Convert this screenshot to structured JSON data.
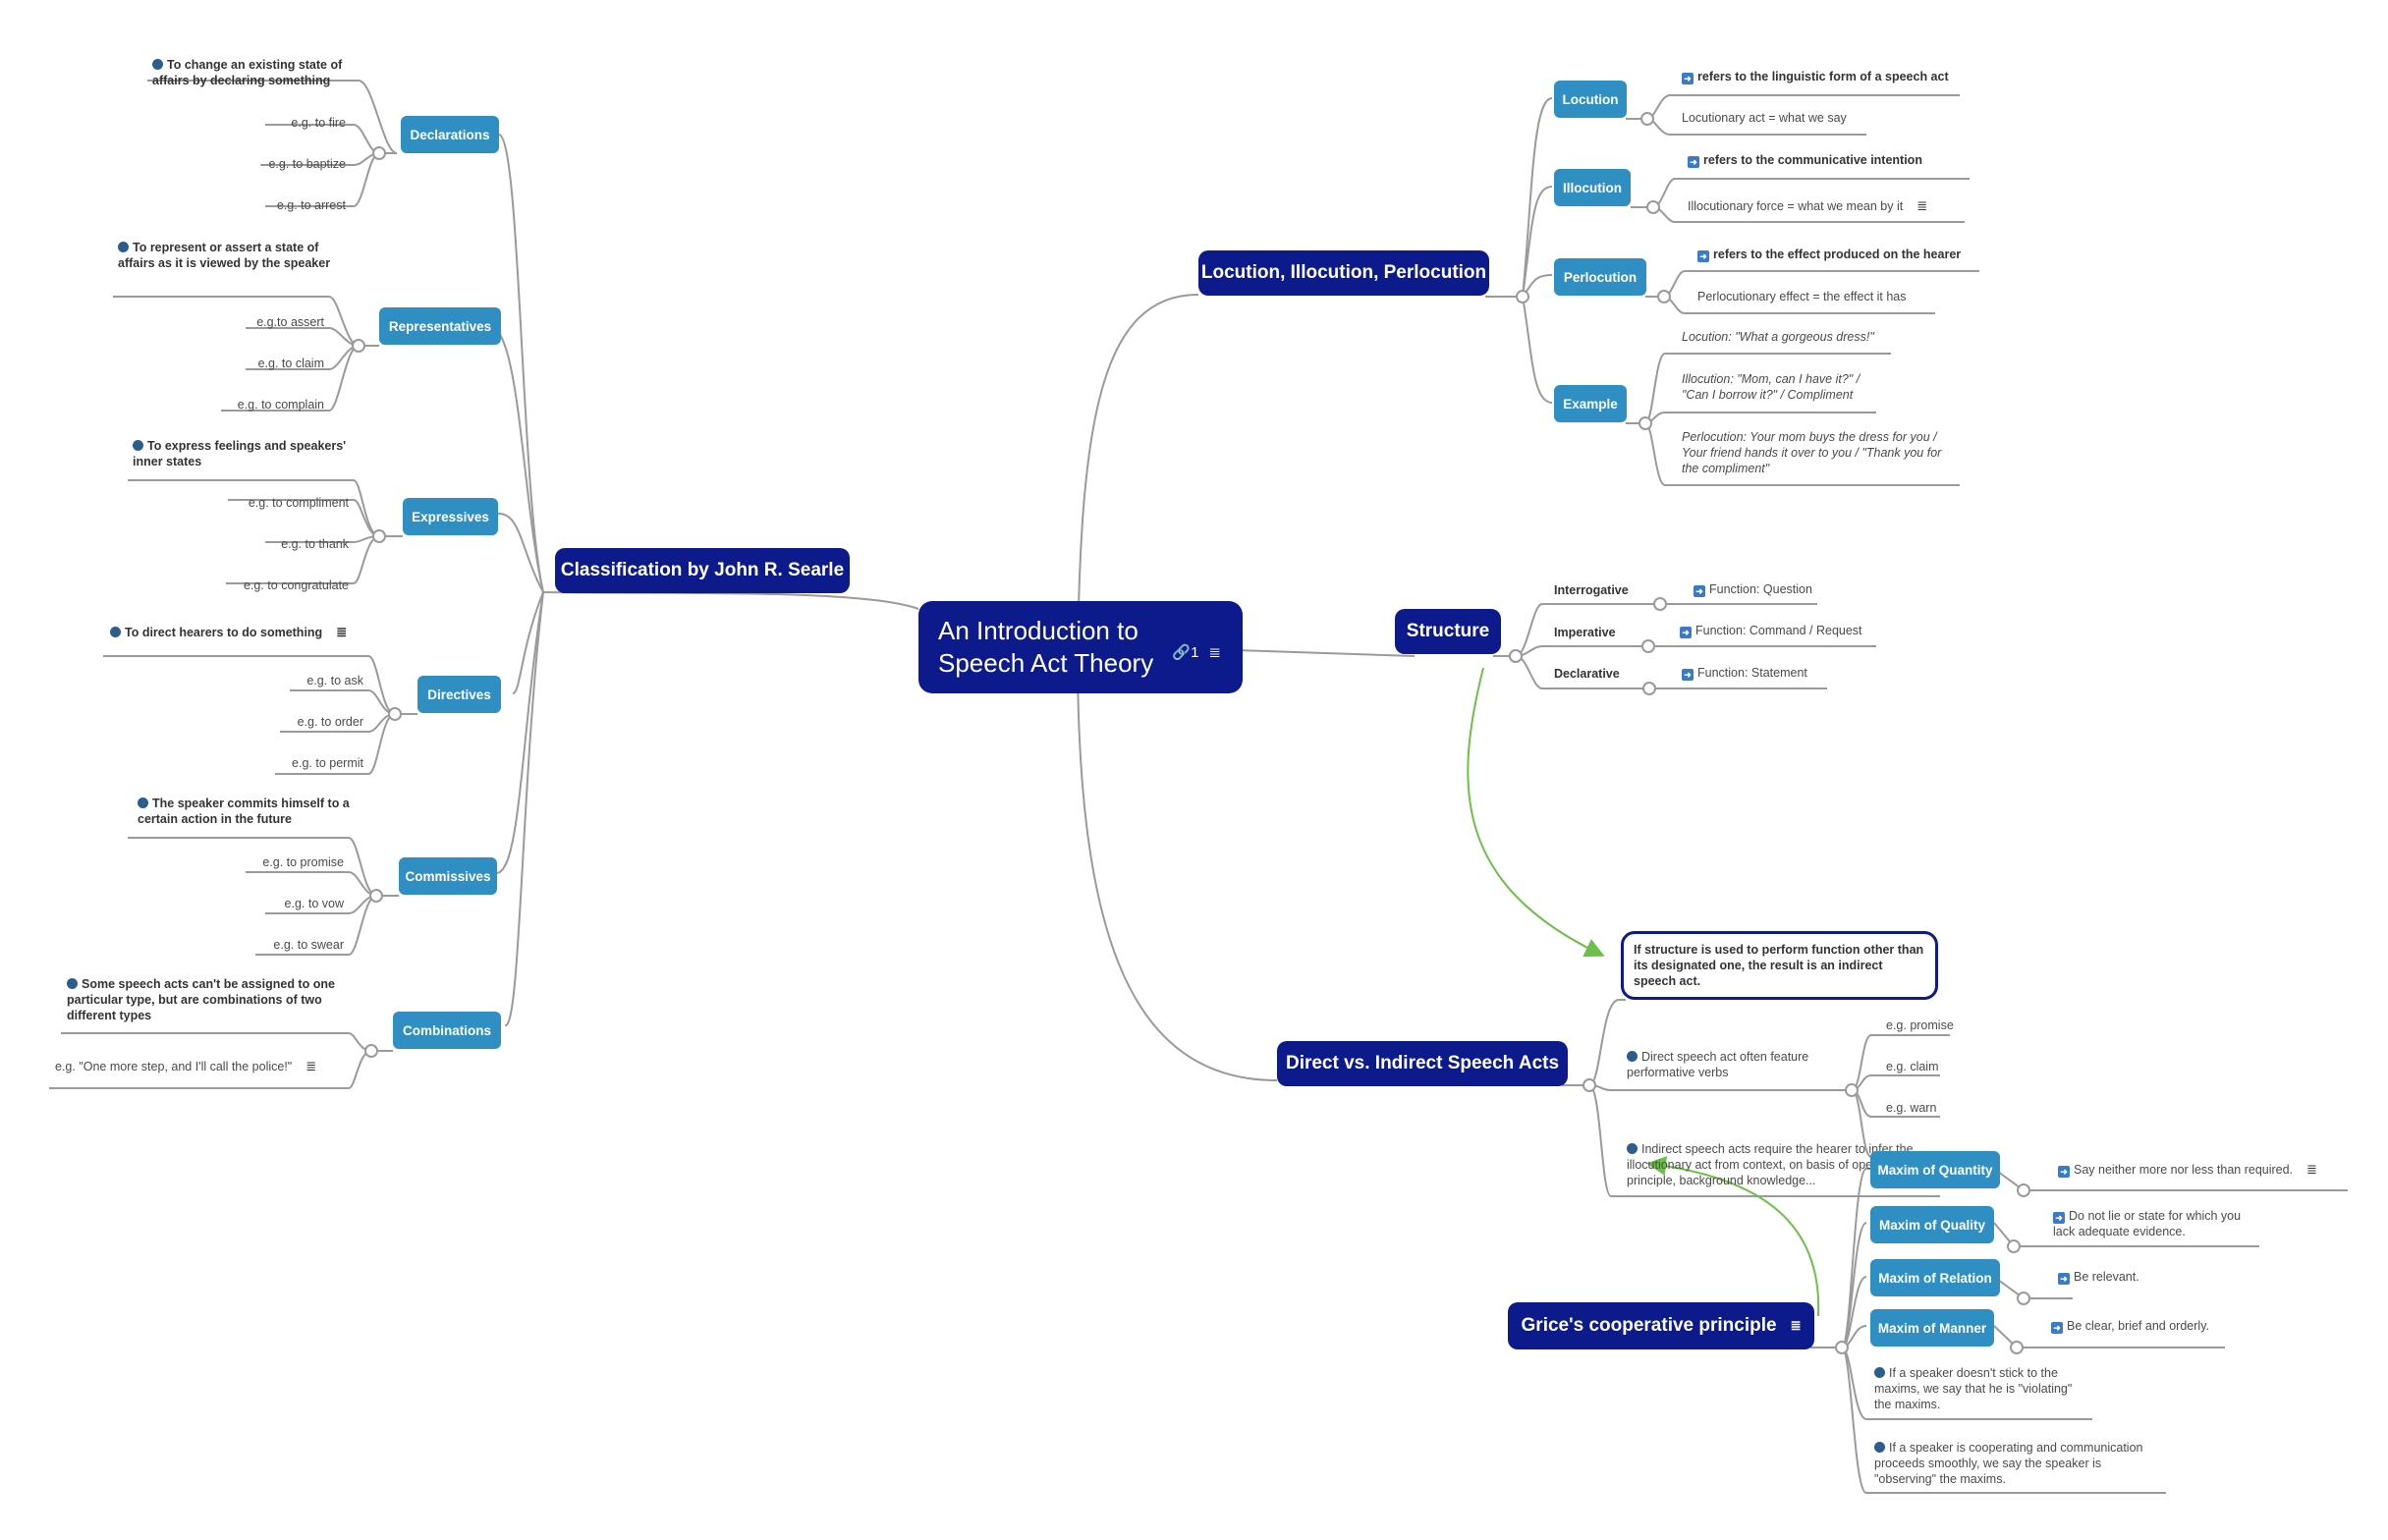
{
  "central": {
    "line1": "An Introduction to",
    "line2": "Speech Act Theory",
    "attachment_count": "1"
  },
  "icons": {
    "attachment": "paperclip-icon",
    "note": "note-icon",
    "bullet": "dot-icon",
    "arrow": "right-arrow-icon"
  },
  "colors": {
    "main_topic": "#0d1a8c",
    "subtopic": "#2f8fc3",
    "line": "#9a9a9a",
    "relation": "#6cc04a",
    "bullet": "#2b5e8e"
  },
  "searle": {
    "title": "Classification by John R. Searle",
    "declarations": {
      "label": "Declarations",
      "desc": "To change an existing state of affairs by declaring something",
      "examples": [
        "e.g. to fire",
        "e.g. to baptize",
        "e.g. to arrest"
      ]
    },
    "representatives": {
      "label": "Representatives",
      "desc": "To represent or assert a state of affairs as it is viewed by the speaker",
      "examples": [
        "e.g.to assert",
        "e.g. to claim",
        "e.g. to complain"
      ]
    },
    "expressives": {
      "label": "Expressives",
      "desc": "To express feelings and speakers' inner states",
      "examples": [
        "e.g. to compliment",
        "e.g. to thank",
        "e.g. to congratulate"
      ]
    },
    "directives": {
      "label": "Directives",
      "desc": "To direct hearers to do something",
      "examples": [
        "e.g. to ask",
        "e.g. to order",
        "e.g. to permit"
      ]
    },
    "commissives": {
      "label": "Commissives",
      "desc": "The speaker commits himself to a certain action in the future",
      "examples": [
        "e.g. to promise",
        "e.g. to vow",
        "e.g. to swear"
      ]
    },
    "combinations": {
      "label": "Combinations",
      "desc": "Some speech acts can't be assigned to one particular type, but are combinations of two different types",
      "examples": [
        "e.g. \"One more step, and I'll call the police!\""
      ]
    }
  },
  "lip": {
    "title": "Locution, Illocution, Perlocution",
    "locution": {
      "label": "Locution",
      "refers": "refers to the linguistic form of a speech act",
      "def": "Locutionary act = what we say"
    },
    "illocution": {
      "label": "Illocution",
      "refers": "refers to the communicative intention",
      "def": "Illocutionary force = what we mean by it"
    },
    "perlocution": {
      "label": "Perlocution",
      "refers": "refers to the effect produced on the hearer",
      "def": "Perlocutionary effect = the effect it has"
    },
    "example": {
      "label": "Example",
      "items": [
        "Locution: \"What a gorgeous dress!\"",
        "Illocution: \"Mom, can I have it?\" / \"Can I borrow it?\" / Compliment",
        "Perlocution: Your mom buys the dress for you / Your friend hands it over to you / \"Thank you for the compliment\""
      ]
    }
  },
  "structure": {
    "title": "Structure",
    "rows": [
      {
        "type": "Interrogative",
        "function": "Function: Question"
      },
      {
        "type": "Imperative",
        "function": "Function: Command / Request"
      },
      {
        "type": "Declarative",
        "function": "Function: Statement"
      }
    ]
  },
  "direct": {
    "title": "Direct vs. Indirect Speech Acts",
    "callout": "If structure is used to perform function other than its designated one, the result is an indirect speech act.",
    "direct_desc": "Direct speech act often feature performative verbs",
    "direct_examples": [
      "e.g. promise",
      "e.g. claim",
      "e.g. warn"
    ],
    "indirect_desc": "Indirect speech acts require the hearer to infer the illocutionary act from context, on basis of operative principle, background knowledge..."
  },
  "grice": {
    "title": "Grice's cooperative principle",
    "maxims": [
      {
        "label": "Maxim of Quantity",
        "desc": "Say neither more nor less than required."
      },
      {
        "label": "Maxim of Quality",
        "desc": "Do not lie or state for which you lack adequate evidence."
      },
      {
        "label": "Maxim of Relation",
        "desc": "Be relevant."
      },
      {
        "label": "Maxim of Manner",
        "desc": "Be clear, brief and orderly."
      }
    ],
    "violating": "If a speaker doesn't stick to the maxims, we say that he is \"violating\" the maxims.",
    "observing": "If a speaker is cooperating and communication proceeds smoothly, we say the speaker is \"observing\" the maxims."
  }
}
